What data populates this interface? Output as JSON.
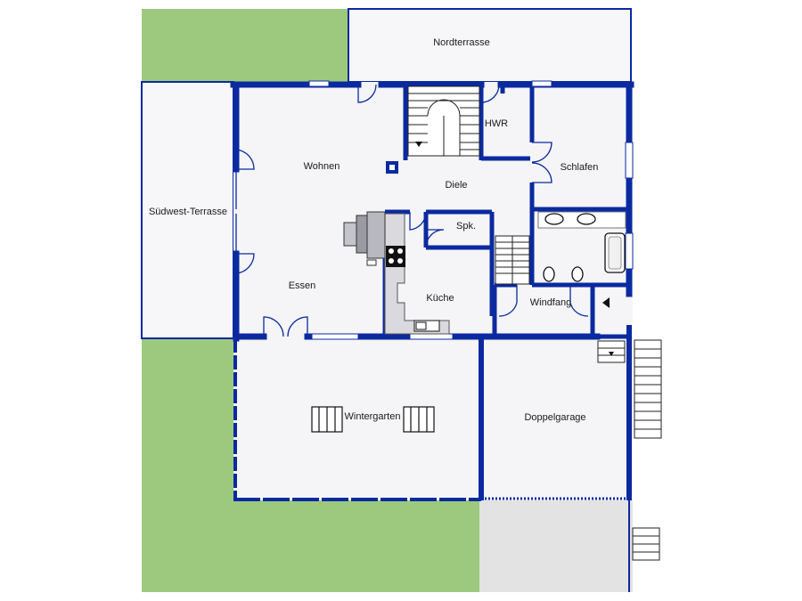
{
  "rooms": {
    "nordterrasse": "Nordterrasse",
    "suedwest_terrasse": "Südwest-Terrasse",
    "wohnen": "Wohnen",
    "diele": "Diele",
    "hwr": "HWR",
    "schlafen": "Schlafen",
    "spk": "Spk.",
    "essen": "Essen",
    "kueche": "Küche",
    "windfang": "Windfang",
    "wintergarten": "Wintergarten",
    "doppelgarage": "Doppelgarage"
  },
  "colors": {
    "wall": "#0b2aa0",
    "floor": "#f5f5f7",
    "lawn": "#9dc97f",
    "paving": "#e3e3e3",
    "terrace": "#f7f7f9"
  },
  "icons": [
    "stair-icon",
    "door-swing-icon",
    "window-icon",
    "sink-icon",
    "toilet-icon",
    "bathtub-icon",
    "stove-icon",
    "skylight-icon"
  ]
}
